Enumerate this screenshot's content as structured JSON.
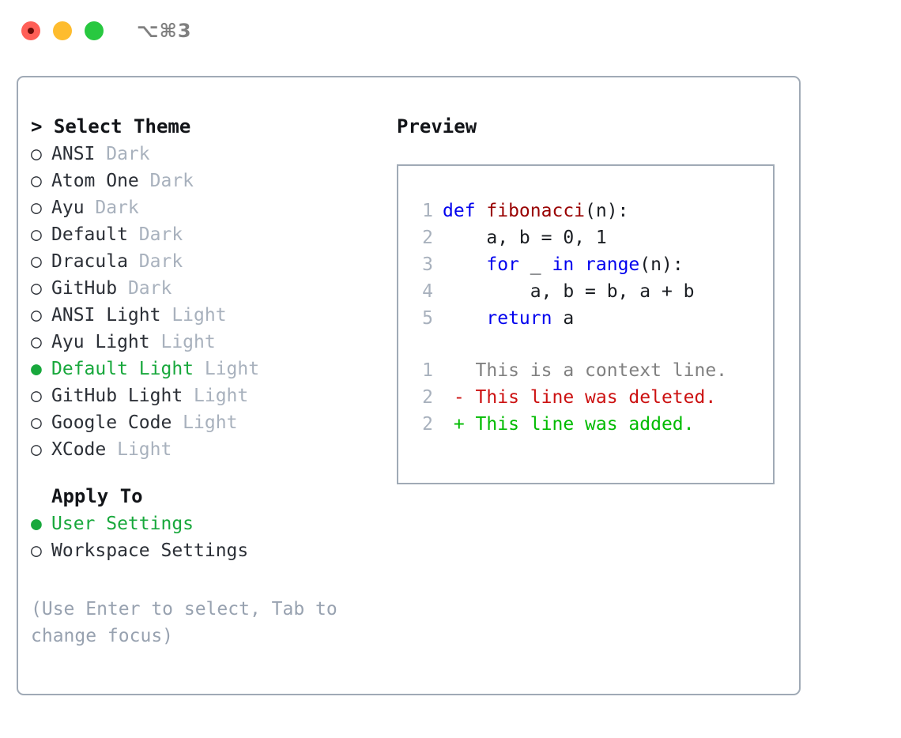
{
  "titlebar": {
    "shortcut": "⌥⌘3",
    "lights": [
      {
        "name": "close",
        "color": "#ff5f57"
      },
      {
        "name": "minimize",
        "color": "#febc2e"
      },
      {
        "name": "maximize",
        "color": "#28c840"
      }
    ]
  },
  "colors": {
    "selected_green": "#18a83c",
    "muted_gray": "#a8b1bd",
    "hint_gray": "#98a2b0",
    "border": "#a0aab6",
    "keyword_blue": "#0000ee",
    "function_red": "#990000",
    "diff_del_red": "#cc1111",
    "diff_add_green": "#00bb00"
  },
  "theme_list": {
    "header": "> Select Theme",
    "marker_off": "○",
    "marker_on": "●",
    "items": [
      {
        "name": "ANSI",
        "suffix": "Dark",
        "selected": false
      },
      {
        "name": "Atom One",
        "suffix": "Dark",
        "selected": false
      },
      {
        "name": "Ayu",
        "suffix": "Dark",
        "selected": false
      },
      {
        "name": "Default",
        "suffix": "Dark",
        "selected": false
      },
      {
        "name": "Dracula",
        "suffix": "Dark",
        "selected": false
      },
      {
        "name": "GitHub",
        "suffix": "Dark",
        "selected": false
      },
      {
        "name": "ANSI Light",
        "suffix": "Light",
        "selected": false
      },
      {
        "name": "Ayu Light",
        "suffix": "Light",
        "selected": false
      },
      {
        "name": "Default Light",
        "suffix": "Light",
        "selected": true
      },
      {
        "name": "GitHub Light",
        "suffix": "Light",
        "selected": false
      },
      {
        "name": "Google Code",
        "suffix": "Light",
        "selected": false
      },
      {
        "name": "XCode",
        "suffix": "Light",
        "selected": false
      }
    ]
  },
  "apply_to": {
    "header": "Apply To",
    "items": [
      {
        "name": "User Settings",
        "selected": true
      },
      {
        "name": "Workspace Settings",
        "selected": false
      }
    ]
  },
  "hint": "(Use Enter to select, Tab to change focus)",
  "preview": {
    "title": "Preview",
    "code_lines": [
      {
        "num": "1",
        "tokens": [
          {
            "text": "def ",
            "kind": "kw"
          },
          {
            "text": "fibonacci",
            "kind": "fn"
          },
          {
            "text": "(n):",
            "kind": "plain"
          }
        ]
      },
      {
        "num": "2",
        "tokens": [
          {
            "text": "    a, b = 0, 1",
            "kind": "plain"
          }
        ]
      },
      {
        "num": "3",
        "tokens": [
          {
            "text": "    ",
            "kind": "plain"
          },
          {
            "text": "for",
            "kind": "kw"
          },
          {
            "text": " _ ",
            "kind": "plain"
          },
          {
            "text": "in ",
            "kind": "kw"
          },
          {
            "text": "range",
            "kind": "kw"
          },
          {
            "text": "(n):",
            "kind": "plain"
          }
        ]
      },
      {
        "num": "4",
        "tokens": [
          {
            "text": "        a, b = b, a + b",
            "kind": "plain"
          }
        ]
      },
      {
        "num": "5",
        "tokens": [
          {
            "text": "    ",
            "kind": "plain"
          },
          {
            "text": "return",
            "kind": "kw"
          },
          {
            "text": " a",
            "kind": "plain"
          }
        ]
      }
    ],
    "diff_lines": [
      {
        "num": "1",
        "tokens": [
          {
            "text": "   This is a context line.",
            "kind": "ctx"
          }
        ]
      },
      {
        "num": "2",
        "tokens": [
          {
            "text": " - This line was deleted.",
            "kind": "del"
          }
        ]
      },
      {
        "num": "2",
        "tokens": [
          {
            "text": " + This line was added.",
            "kind": "add"
          }
        ]
      }
    ]
  }
}
